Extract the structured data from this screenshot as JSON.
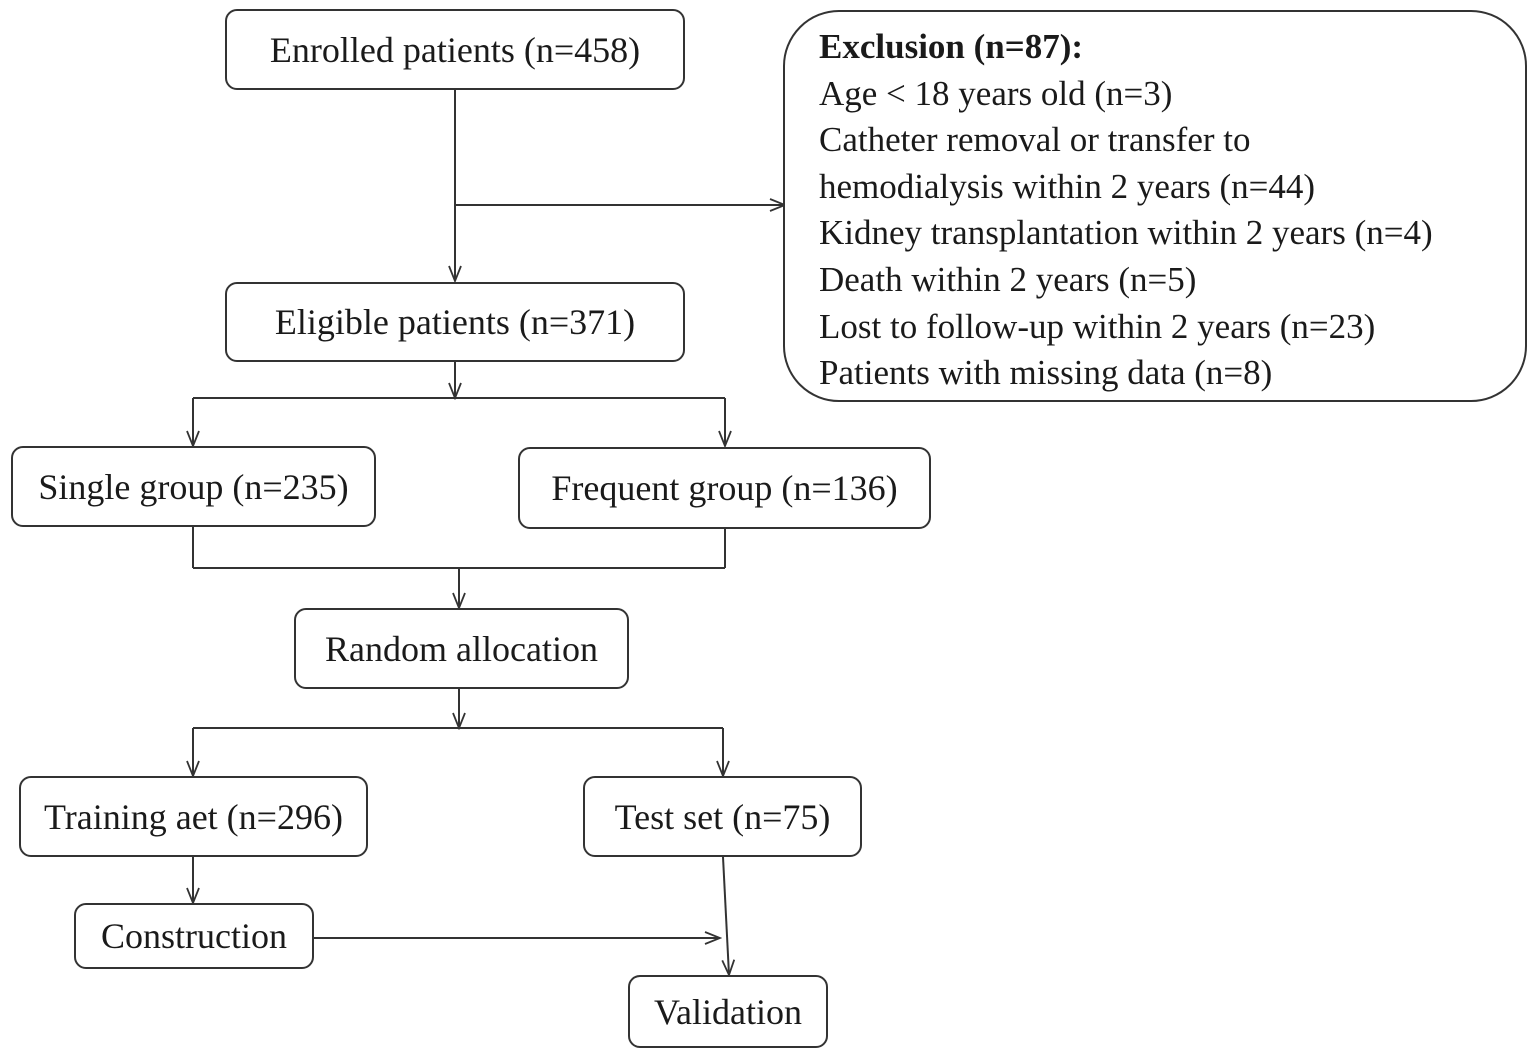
{
  "boxes": {
    "enrolled": "Enrolled patients (n=458)",
    "eligible": "Eligible patients (n=371)",
    "single": "Single group (n=235)",
    "frequent": "Frequent group (n=136)",
    "random": "Random allocation",
    "training": "Training aet (n=296)",
    "test": "Test set (n=75)",
    "construction": "Construction",
    "validation": "Validation"
  },
  "exclusion": {
    "title": "Exclusion (n=87):",
    "items": [
      "Age < 18 years old (n=3)",
      "Catheter removal or transfer to",
      "hemodialysis within 2 years (n=44)",
      "Kidney transplantation within 2 years (n=4)",
      "Death within 2 years (n=5)",
      "Lost to follow-up within 2 years (n=23)",
      "Patients with missing data (n=8)"
    ]
  }
}
